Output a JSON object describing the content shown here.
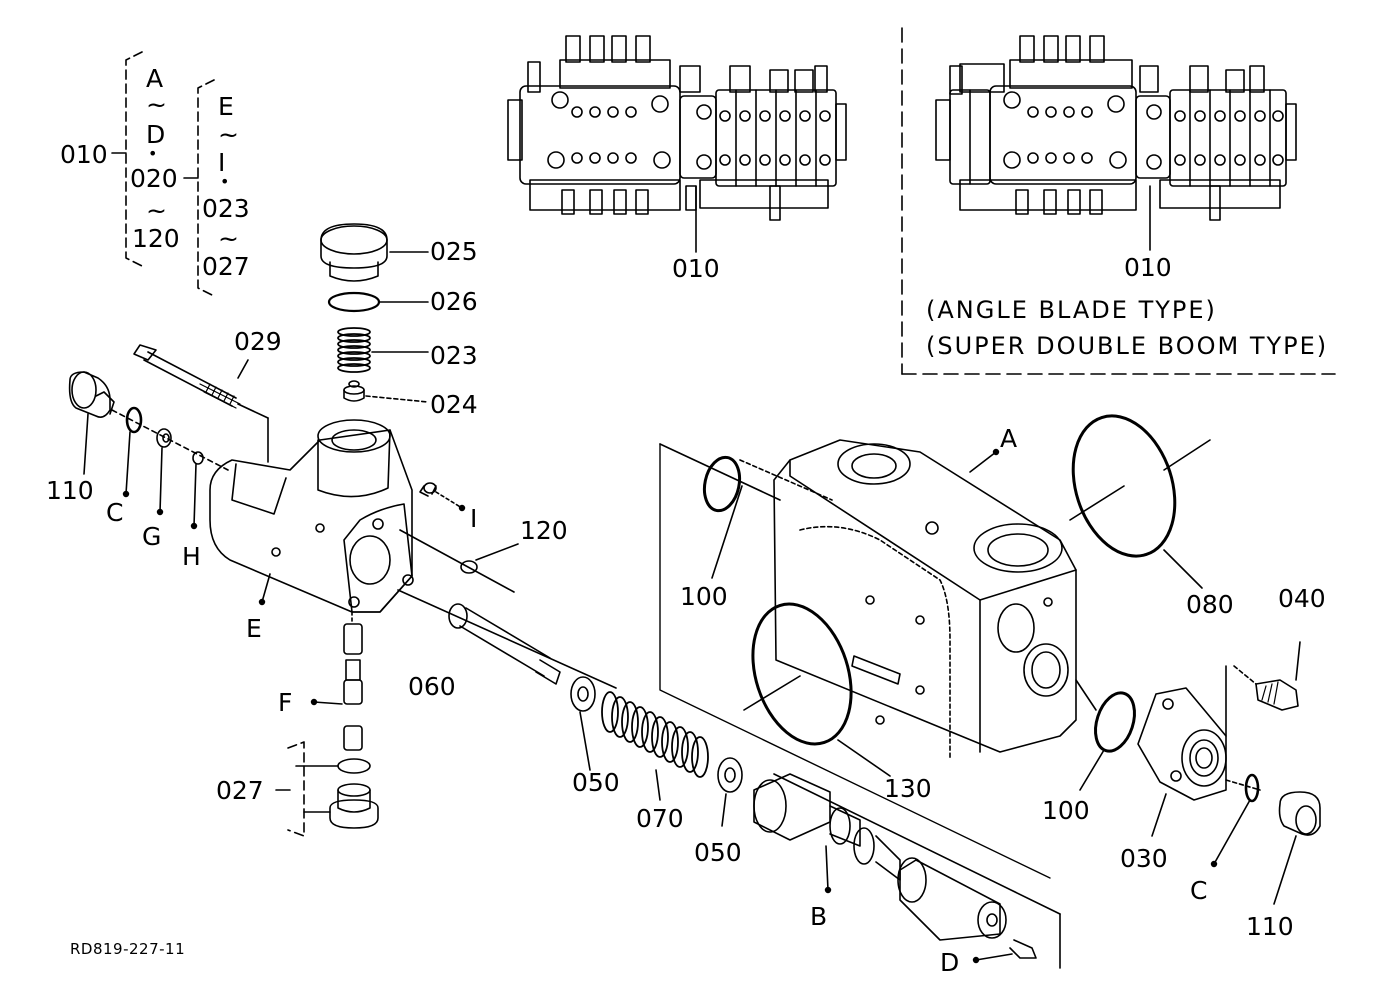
{
  "labels": {
    "l010a": "010",
    "lA": "A",
    "ltA": "~",
    "lD": "D",
    "ldot1": "•",
    "l020": "020",
    "ltB": "~",
    "l120a": "120",
    "lE": "E",
    "ltC": "~",
    "lI": "I",
    "ldot2": "•",
    "l023a": "023",
    "ltD": "~",
    "l027a": "027",
    "l010b": "010",
    "l010c": "010",
    "type1": "(ANGLE BLADE TYPE)",
    "type2": "(SUPER DOUBLE BOOM TYPE)",
    "l025": "025",
    "l026": "026",
    "l029": "029",
    "l023b": "023",
    "l024": "024",
    "l110a": "110",
    "lC1": "C",
    "lG": "G",
    "lH": "H",
    "lI2": "I",
    "l120b": "120",
    "lE2": "E",
    "lA2": "A",
    "l100a": "100",
    "l080": "080",
    "l040": "040",
    "l060": "060",
    "lF": "F",
    "l027b": "027",
    "l050a": "050",
    "l070": "070",
    "l050b": "050",
    "l130": "130",
    "l100b": "100",
    "l030": "030",
    "lB": "B",
    "lC2": "C",
    "l110b": "110",
    "lD2": "D",
    "ref": "RD819-227-11"
  }
}
